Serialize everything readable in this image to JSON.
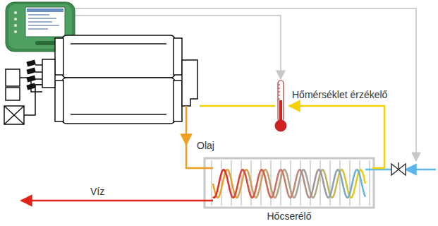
{
  "diagram": {
    "nodes": [
      {
        "text": [
          "Hőmérséklet érzékelő"
        ]
      },
      {
        "text": [
          "Hőcserélő"
        ]
      }
    ],
    "edges": [
      {
        "from": 1,
        "to": 0,
        "arrow": "to"
      }
    ],
    "labels": [
      "Olaj",
      "Víz"
    ]
  }
}
